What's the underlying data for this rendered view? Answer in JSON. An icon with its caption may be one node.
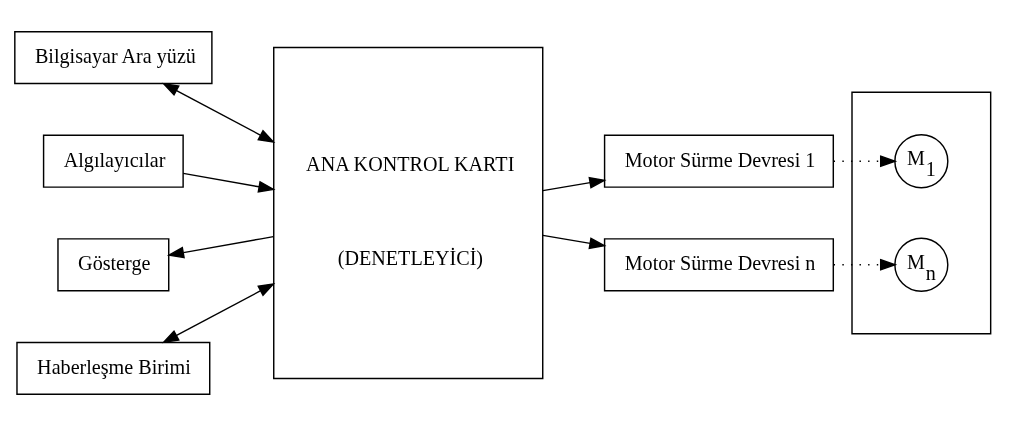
{
  "diagram": {
    "nodes": [
      {
        "text": [
          "Bilgisayar Ara yüzü"
        ]
      },
      {
        "text": [
          "Algılayıcılar"
        ]
      },
      {
        "text": [
          "Gösterge"
        ]
      },
      {
        "text": [
          "Haberleşme Birimi"
        ]
      },
      {
        "text": [
          "ANA KONTROL KARTI",
          "(DENETLEYİCİ)"
        ]
      },
      {
        "text": [
          "Motor Sürme Devresi 1"
        ]
      },
      {
        "text": [
          "Motor Sürme Devresi n"
        ]
      },
      {
        "text": [],
        "shape": "box"
      },
      {
        "text": [
          "M$_{1}$"
        ],
        "in": 7
      },
      {
        "text": [
          "M$_{n}$"
        ],
        "in": 7
      }
    ],
    "edges": [
      {
        "from": 0,
        "to": 4,
        "arrow": "both"
      },
      {
        "from": 1,
        "to": 4,
        "arrow": "to"
      },
      {
        "from": 4,
        "to": 2,
        "arrow": "to"
      },
      {
        "from": 3,
        "to": 4,
        "arrow": "both"
      },
      {
        "from": 4,
        "to": 5,
        "arrow": "to"
      },
      {
        "from": 4,
        "to": 6,
        "arrow": "to"
      },
      {
        "from": 5,
        "to": 8,
        "arrow": "to",
        "style": "dashed"
      },
      {
        "from": 6,
        "to": 9,
        "arrow": "to",
        "style": "dashed"
      }
    ]
  }
}
